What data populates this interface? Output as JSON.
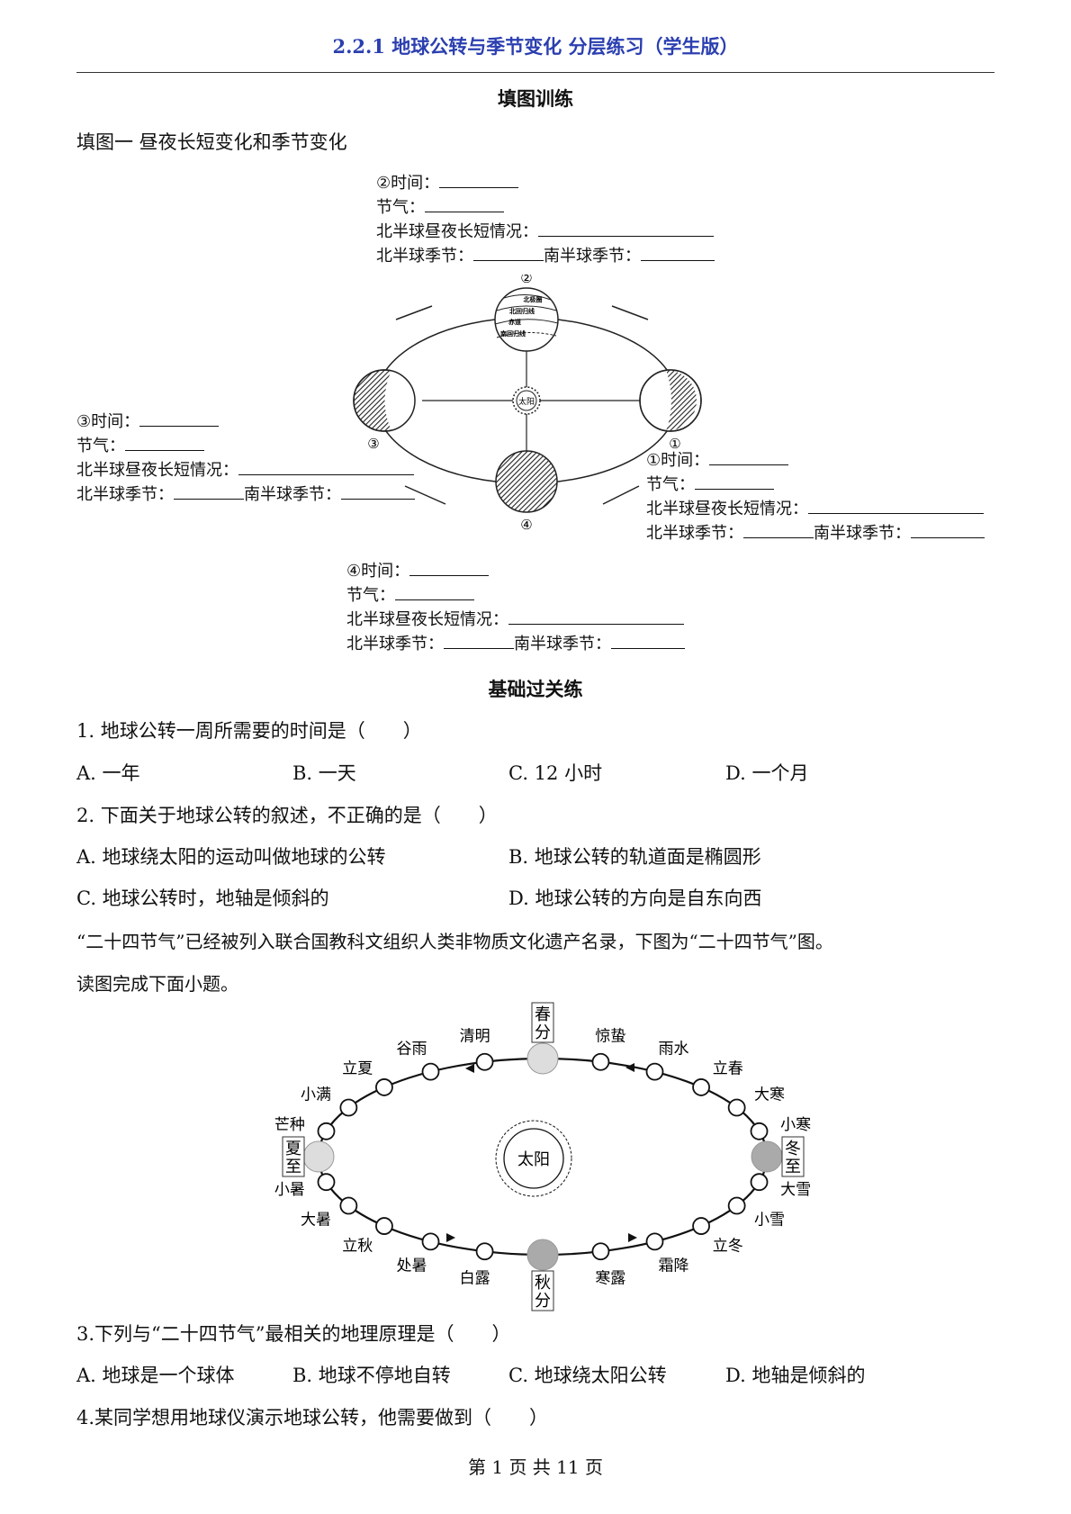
{
  "header": {
    "title": "2.2.1  地球公转与季节变化  分层练习（学生版）"
  },
  "section1": {
    "title": "填图训练",
    "subtitle": "填图一  昼夜长短变化和季节变化"
  },
  "diagram1": {
    "sun_label": "太阳",
    "positions": [
      "①",
      "②",
      "③",
      "④"
    ],
    "globe_lines": [
      "北极圈",
      "北回归线",
      "赤道",
      "南回归线"
    ]
  },
  "fill_blocks": {
    "p2": {
      "time": "②时间：",
      "term": "节气：",
      "daynight": "北半球昼夜长短情况：",
      "north": "北半球季节：",
      "south": "南半球季节："
    },
    "p3": {
      "time": "③时间：",
      "term": "节气：",
      "daynight": "北半球昼夜长短情况：",
      "north": "北半球季节：",
      "south": "南半球季节："
    },
    "p1": {
      "time": "①时间：",
      "term": "节气：",
      "daynight": "北半球昼夜长短情况：",
      "north": "北半球季节：",
      "south": "南半球季节："
    },
    "p4": {
      "time": "④时间：",
      "term": "节气：",
      "daynight": "北半球昼夜长短情况：",
      "north": "北半球季节：",
      "south": "南半球季节："
    }
  },
  "section2": {
    "title": "基础过关练"
  },
  "questions": [
    {
      "stem": "1. 地球公转一周所需要的时间是（　　）",
      "options": [
        "A. 一年",
        "B. 一天",
        "C. 12 小时",
        "D. 一个月"
      ]
    },
    {
      "stem": "2. 下面关于地球公转的叙述，不正确的是（　　）",
      "options": [
        "A. 地球绕太阳的运动叫做地球的公转",
        "B. 地球公转的轨道面是椭圆形",
        "C. 地球公转时，地轴是倾斜的",
        "D. 地球公转的方向是自东向西"
      ]
    },
    {
      "stem": "3.下列与“二十四节气”最相关的地理原理是（　　）",
      "options": [
        "A. 地球是一个球体",
        "B. 地球不停地自转",
        "C. 地球绕太阳公转",
        "D. 地轴是倾斜的"
      ]
    },
    {
      "stem": "4.某同学想用地球仪演示地球公转，他需要做到（　　）",
      "options": []
    }
  ],
  "passage": [
    "“二十四节气”已经被列入联合国教科文组织人类非物质文化遗产名录，下图为“二十四节气”图。",
    "读图完成下面小题。"
  ],
  "diagram2": {
    "sun_label": "太阳",
    "terms": [
      "春分",
      "清明",
      "谷雨",
      "立夏",
      "小满",
      "芒种",
      "夏至",
      "小暑",
      "大暑",
      "立秋",
      "处暑",
      "白露",
      "秋分",
      "寒露",
      "霜降",
      "立冬",
      "小雪",
      "大雪",
      "冬至",
      "小寒",
      "大寒",
      "立春",
      "雨水",
      "惊蛰"
    ],
    "key_terms": [
      "春分",
      "夏至",
      "秋分",
      "冬至"
    ]
  },
  "footer": {
    "page": "第  1  页  共  11  页"
  }
}
